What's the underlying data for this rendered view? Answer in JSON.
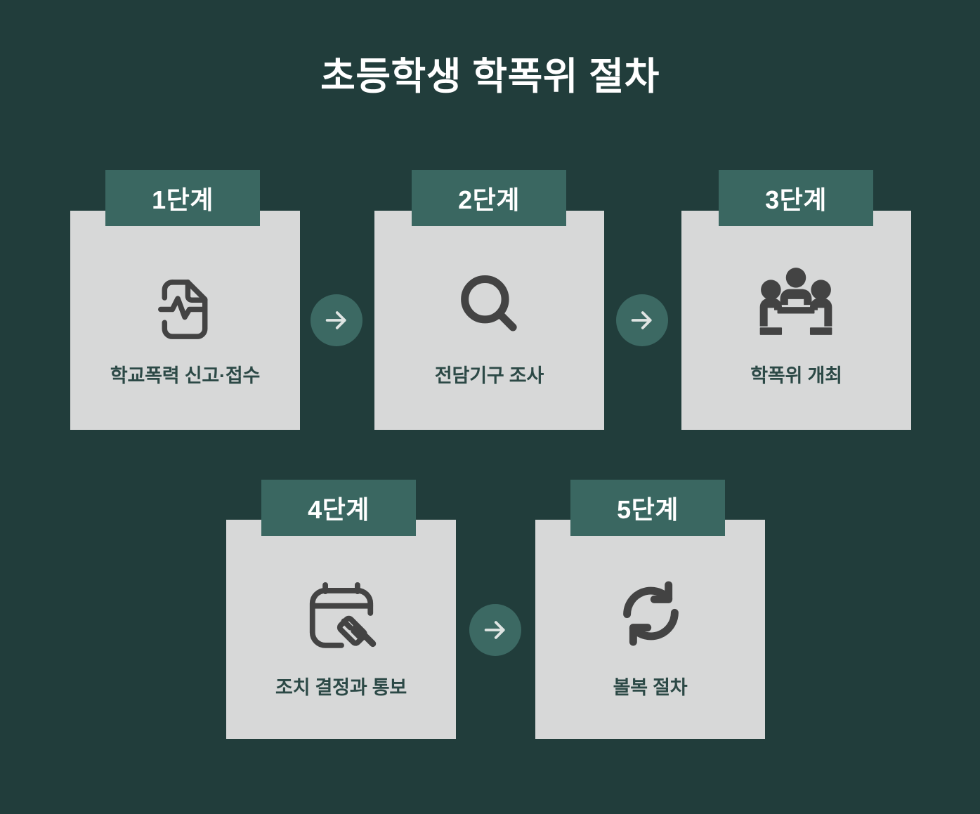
{
  "title": "초등학생 학폭위 절차",
  "colors": {
    "background": "#213d3b",
    "badge": "#3a6761",
    "card": "#d7d8d8",
    "label_text": "#2c4946",
    "title_text": "#ffffff",
    "arrow_circle": "#3c6963",
    "arrow_glyph": "#dfe5e3",
    "icon": "#434343"
  },
  "steps": [
    {
      "badge": "1단계",
      "label": "학교폭력 신고·접수",
      "icon": "document-pulse-icon"
    },
    {
      "badge": "2단계",
      "label": "전담기구 조사",
      "icon": "magnifying-glass-icon"
    },
    {
      "badge": "3단계",
      "label": "학폭위 개최",
      "icon": "committee-meeting-icon"
    },
    {
      "badge": "4단계",
      "label": "조치 결정과 통보",
      "icon": "calendar-gavel-icon"
    },
    {
      "badge": "5단계",
      "label": "볼복 절차",
      "icon": "refresh-cycle-icon"
    }
  ],
  "connectors": [
    {
      "name": "arrow-1-to-2",
      "glyph": "arrow-right-icon"
    },
    {
      "name": "arrow-2-to-3",
      "glyph": "arrow-right-icon"
    },
    {
      "name": "arrow-4-to-5",
      "glyph": "arrow-right-icon"
    }
  ]
}
